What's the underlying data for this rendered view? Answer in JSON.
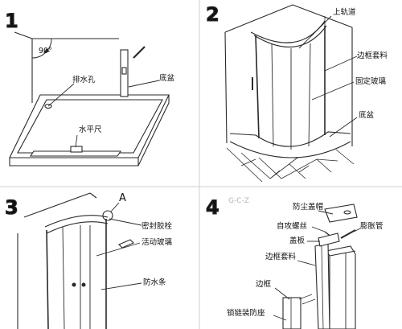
{
  "panels": [
    {
      "number": "1",
      "angle": "90°",
      "labels": {
        "drain_hole": "排水孔",
        "base_tray": "底盆",
        "level": "水平尺"
      }
    },
    {
      "number": "2",
      "labels": {
        "top_rail": "上轨道",
        "frame_sleeve": "边框套料",
        "fixed_glass": "固定玻璃",
        "base_tray": "底盆"
      }
    },
    {
      "number": "3",
      "callout": "A",
      "labels": {
        "sealant": "密封胶栓",
        "sliding_glass": "活动玻璃",
        "waterproof_strip": "防水条"
      }
    },
    {
      "number": "4",
      "labels": {
        "dust_cap": "防尘盖帽",
        "self_tapping_screw": "自攻螺丝",
        "expansion_tube": "膨胀管",
        "cover_plate": "盖板",
        "frame_sleeve": "边框套料",
        "side_frame": "边框",
        "anti_slip_seat": "锁链装防座"
      }
    }
  ],
  "colors": {
    "line": "#2a2a2a",
    "divider": "#bdbdbd",
    "text": "#111111"
  }
}
